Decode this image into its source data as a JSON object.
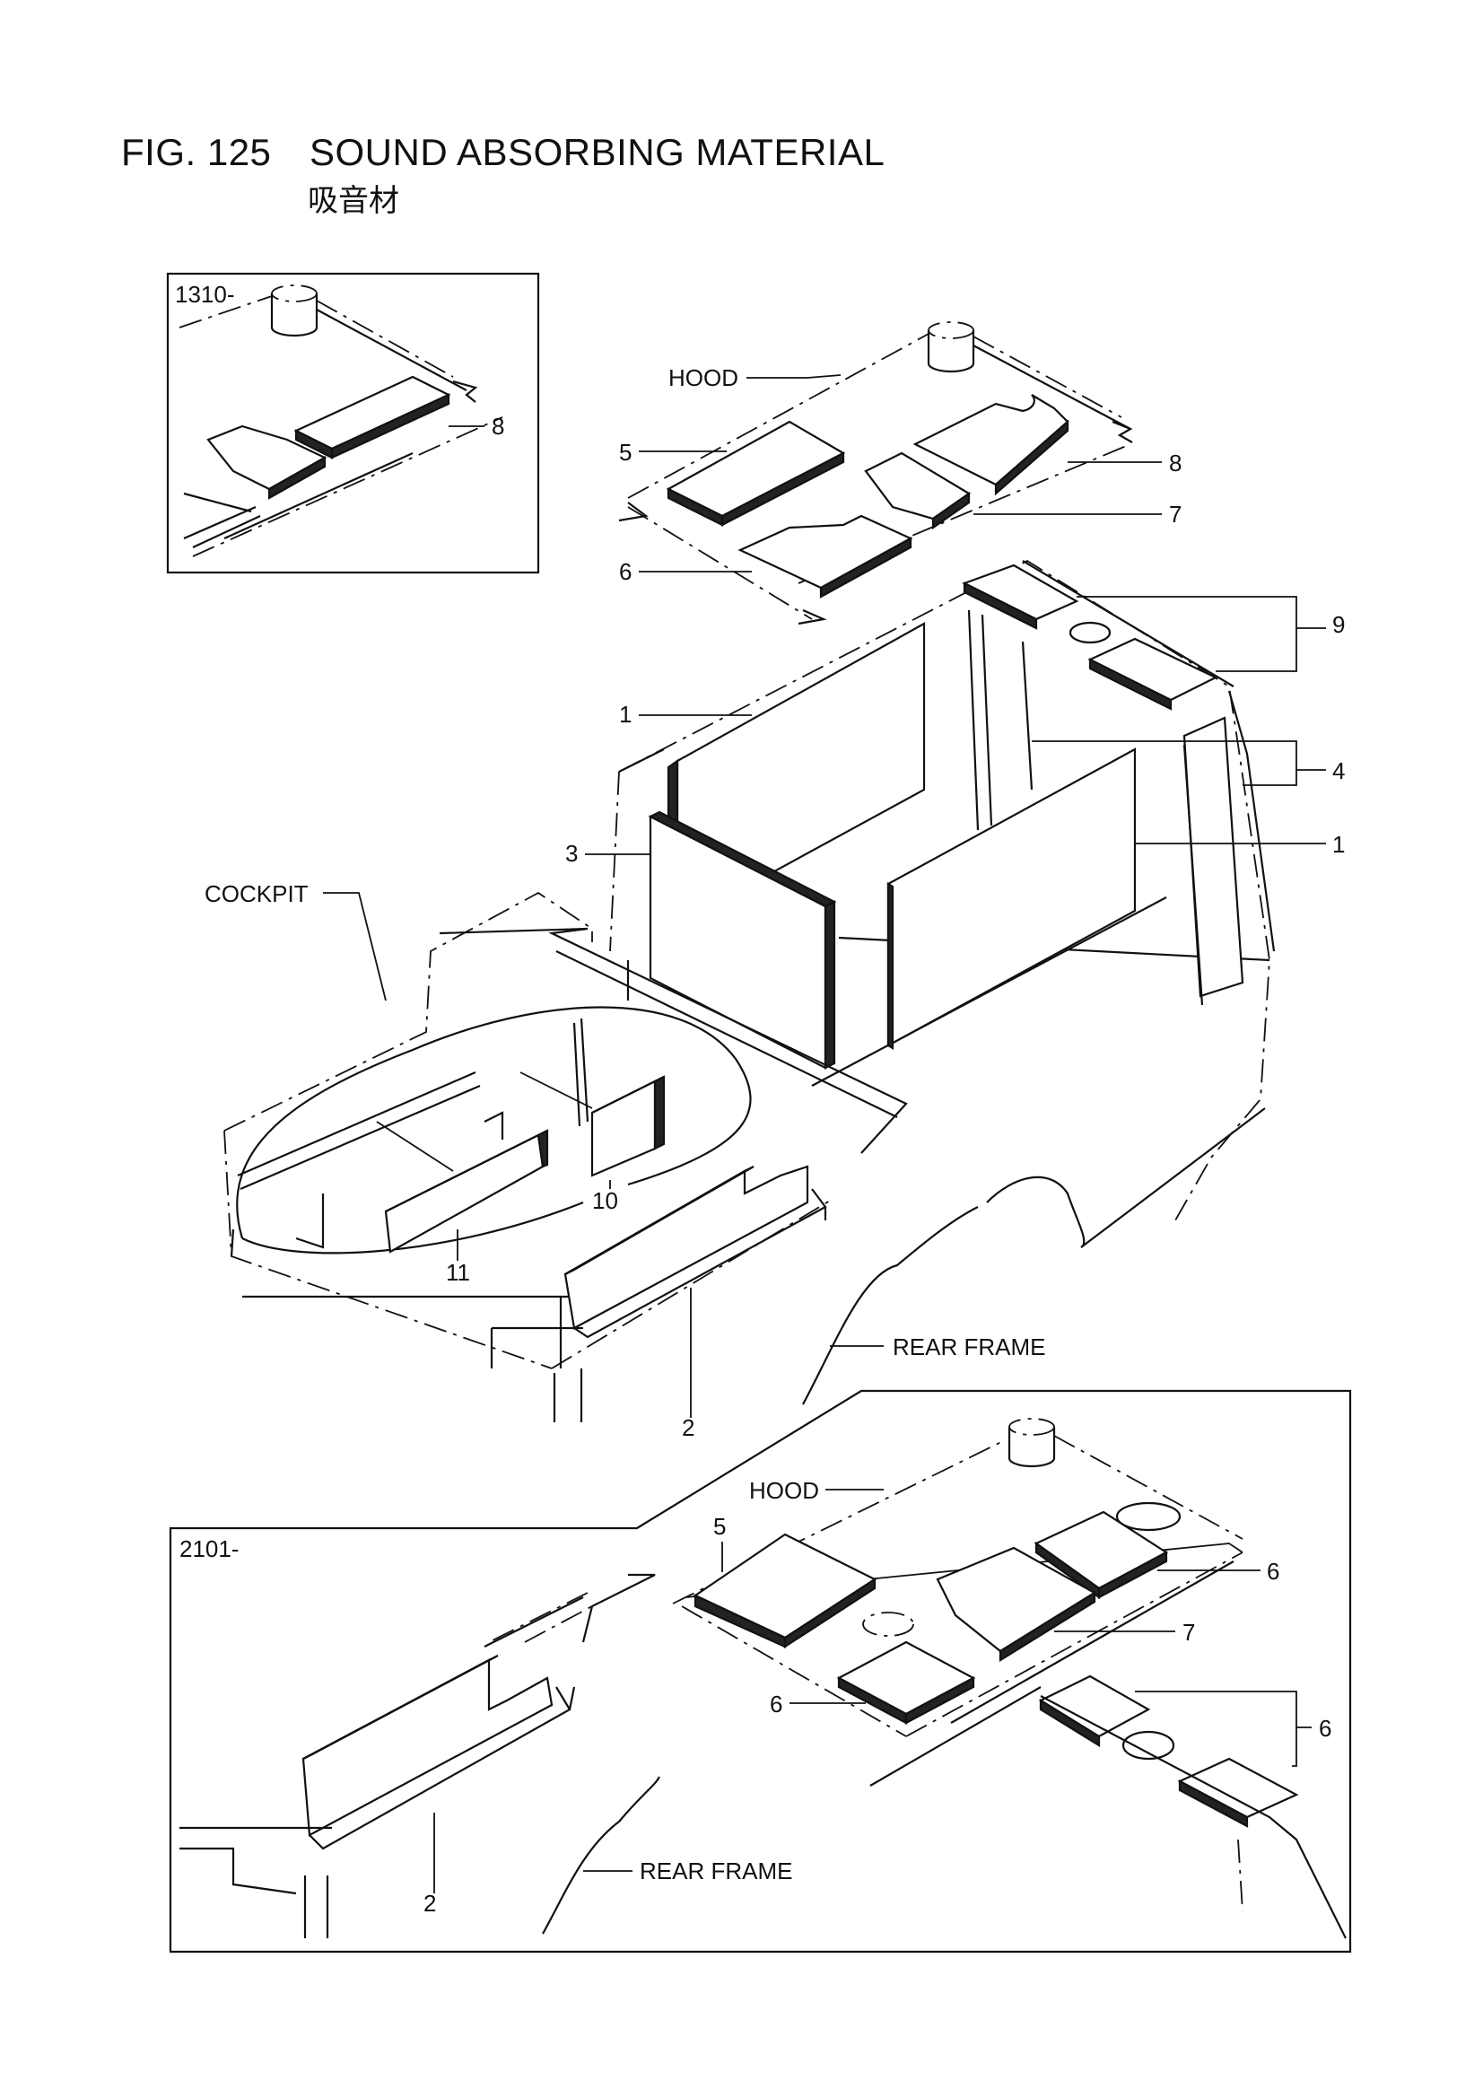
{
  "title": {
    "fig_number": "FIG. 125",
    "name": "SOUND ABSORBING MATERIAL",
    "name_jp": "吸音材"
  },
  "insets": {
    "top_left_code": "1310-",
    "bottom_code": "2101-"
  },
  "labels": {
    "hood": "HOOD",
    "cockpit": "COCKPIT",
    "rear_frame": "REAR FRAME",
    "hood_b": "HOOD",
    "rear_frame_b": "REAR FRAME"
  },
  "callouts": {
    "c1a": "1",
    "c1b": "1",
    "c2": "2",
    "c3": "3",
    "c4": "4",
    "c5": "5",
    "c6": "6",
    "c7": "7",
    "c8": "8",
    "c8_inset": "8",
    "c9": "9",
    "c10": "10",
    "c11": "11",
    "b2": "2",
    "b5": "5",
    "b6a": "6",
    "b6b": "6",
    "b6c": "6",
    "b7": "7"
  }
}
